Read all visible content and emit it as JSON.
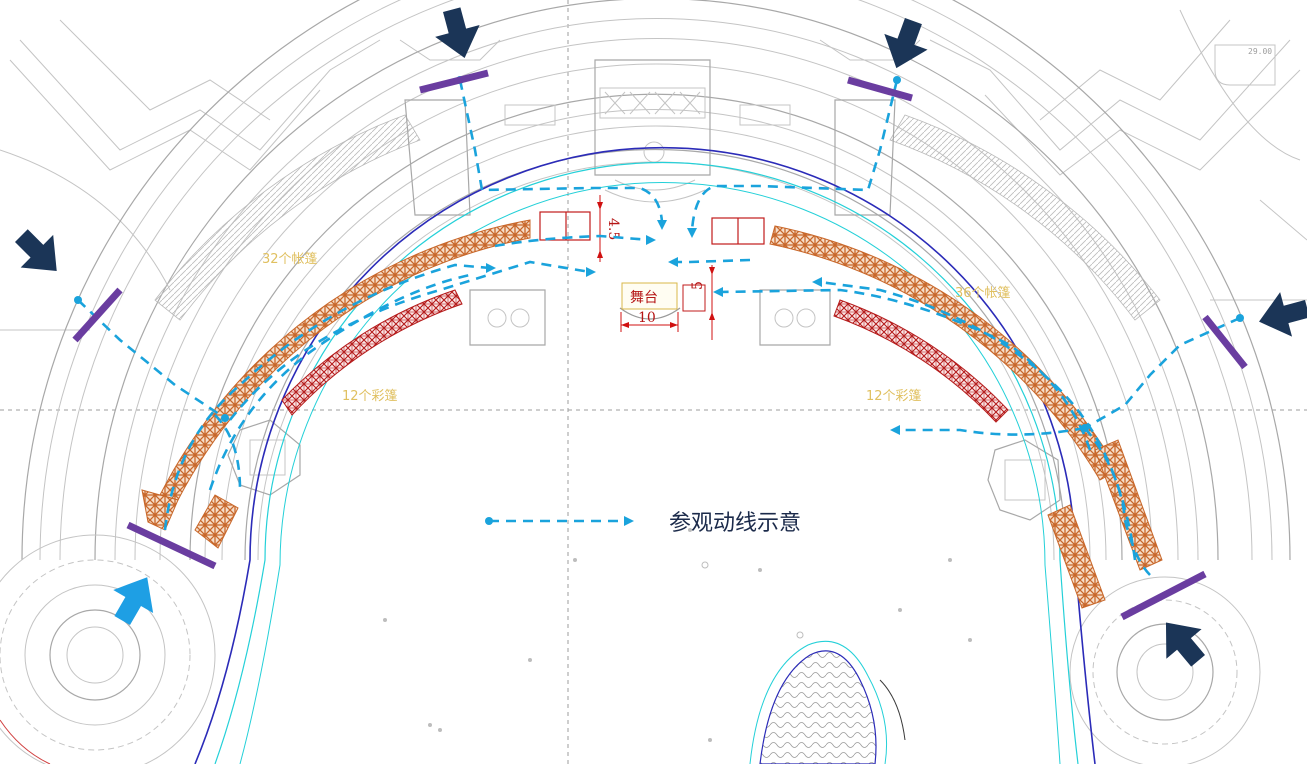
{
  "plan": {
    "stage_label": "舞台",
    "dim_stage_width": "10",
    "dim_stage_depth": "5",
    "dim_booth_depth": "4.5",
    "tents_left_label": "32个帐篷",
    "tents_right_label": "36个帐篷",
    "canopies_left_label": "12个彩篷",
    "canopies_right_label": "12个彩篷",
    "corner_elevation": "29.00"
  },
  "legend": {
    "route_label": "参观动线示意"
  },
  "colors": {
    "route": "#1aa3dc",
    "entry_arrow": "#1b3557",
    "main_entry_arrow": "#1e9fe4",
    "gate_bar": "#6a3da0",
    "tent_band": "#c8672a",
    "canopy_band": "#b51b1b",
    "water_outer": "#2b2bb8",
    "water_inner": "#24d0d8",
    "label_yellow": "#e0c060"
  },
  "icons": {
    "entry": "entry-arrow-icon",
    "main_entry": "main-entry-arrow-icon",
    "gate": "gate-bar-icon"
  }
}
